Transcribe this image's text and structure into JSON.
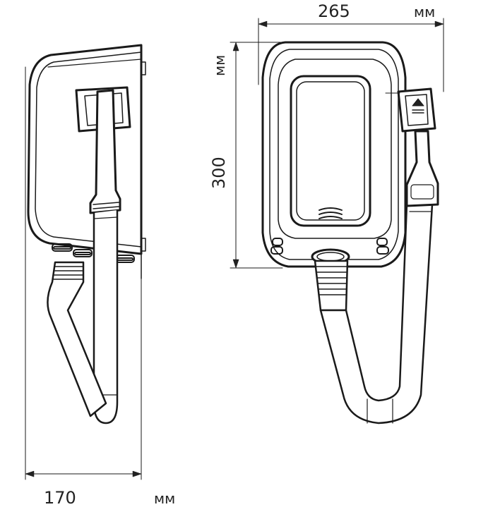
{
  "dimensions": {
    "width": {
      "value": "265",
      "unit": "мм"
    },
    "height": {
      "value": "300",
      "unit": "мм"
    },
    "depth": {
      "value": "170",
      "unit": "мм"
    }
  },
  "colors": {
    "line": "#1a1a1a",
    "dim": "#222222",
    "background": "#ffffff"
  },
  "views": [
    "side-view",
    "front-view"
  ]
}
